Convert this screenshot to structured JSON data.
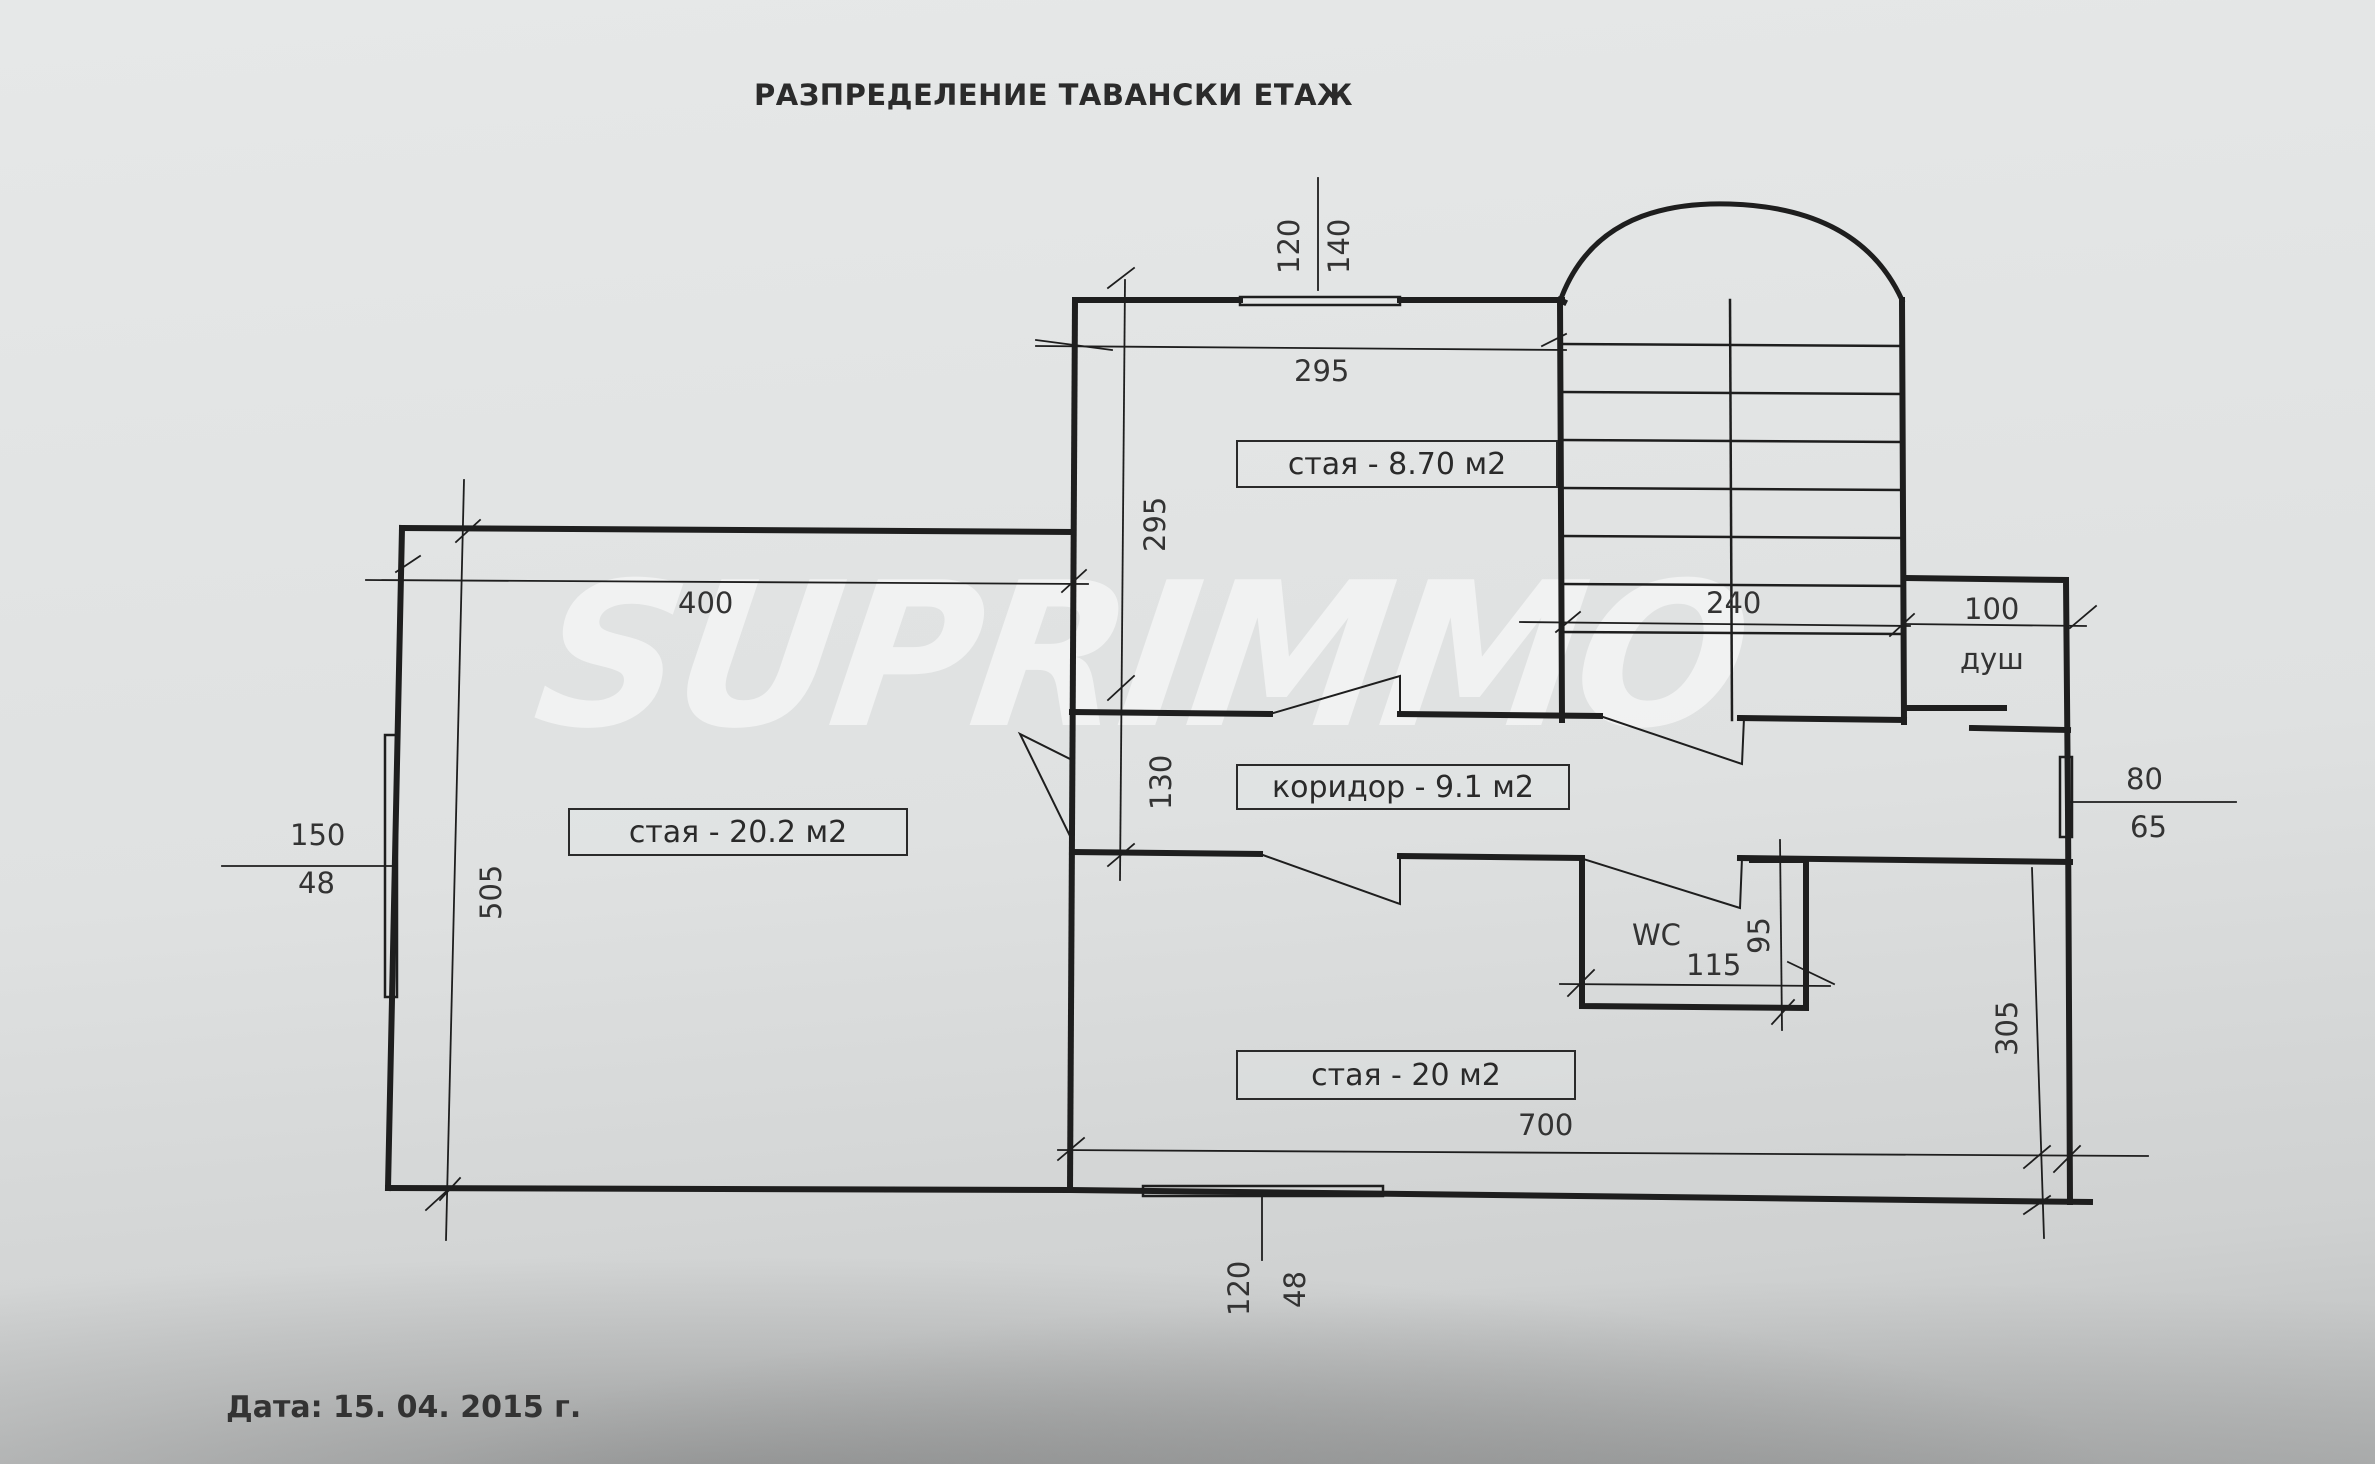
{
  "title": "РАЗПРЕДЕЛЕНИЕ ТАВАНСКИ ЕТАЖ",
  "date": "Дата: 15. 04. 2015 г.",
  "watermark": "SUPRIMMO",
  "rooms": {
    "room_left": "стая - 20.2 м2",
    "room_top": "стая - 8.70 м2",
    "corridor": "коридор - 9.1 м2",
    "room_bottom": "стая - 20 м2",
    "wc": "WC",
    "shower": "душ"
  },
  "dimensions": {
    "top_window_a": "120",
    "top_window_b": "140",
    "top_room_width": "295",
    "top_room_height": "295",
    "left_room_width": "400",
    "left_room_height": "505",
    "left_window_a": "150",
    "left_window_b": "48",
    "stairs_width": "240",
    "shower_width": "100",
    "corridor_height": "130",
    "right_window_a": "80",
    "right_window_b": "65",
    "wc_width": "115",
    "wc_height": "95",
    "bottom_room_height": "305",
    "bottom_width": "700",
    "bottom_window_a": "120",
    "bottom_window_b": "48"
  },
  "colors": {
    "line": "#1e1e1e",
    "paper": "#e3e5e5"
  }
}
